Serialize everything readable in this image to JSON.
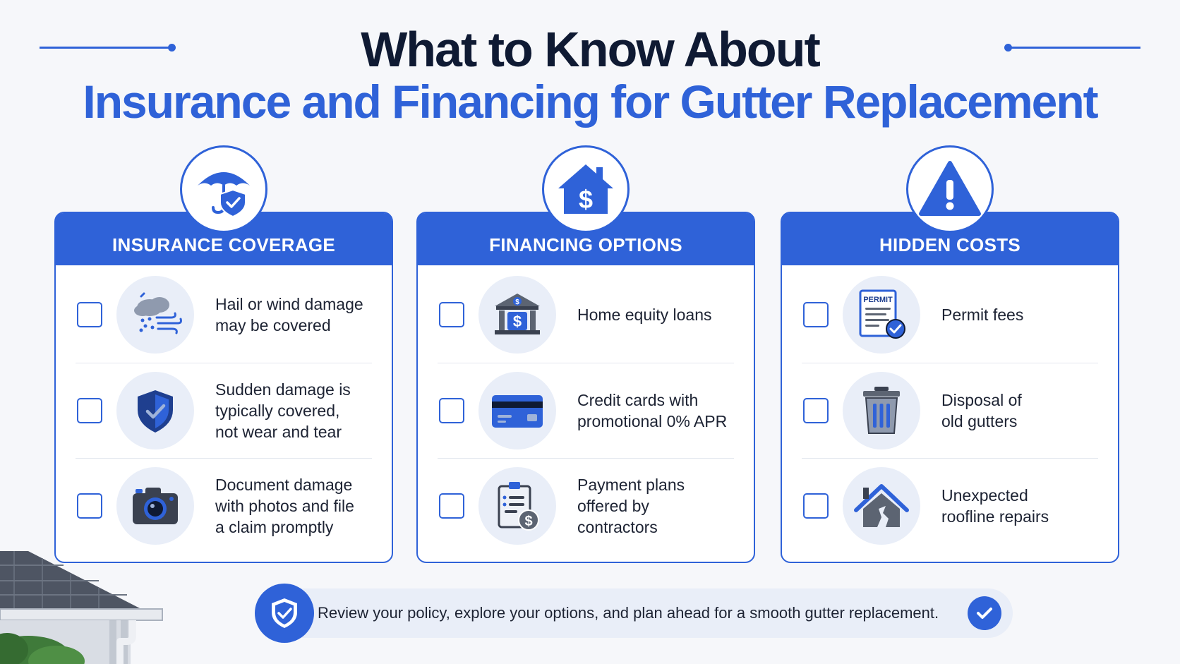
{
  "title": {
    "line1": "What to Know About",
    "line2": "Insurance  and Financing for Gutter Replacement"
  },
  "colors": {
    "accent": "#2f62d8",
    "dark": "#0f1a33",
    "icon_bg": "#e9eef8"
  },
  "sections": [
    {
      "heading": "INSURANCE COVERAGE",
      "badge_icon": "umbrella-shield-icon",
      "items": [
        {
          "icon": "hail-wind-icon",
          "text": "Hail or wind damage\nmay be covered"
        },
        {
          "icon": "shield-check-icon",
          "text": "Sudden damage is\ntypically covered,\nnot wear and tear"
        },
        {
          "icon": "camera-icon",
          "text": "Document damage\nwith photos and file\na claim promptly"
        }
      ]
    },
    {
      "heading": "FINANCING OPTIONS",
      "badge_icon": "house-dollar-icon",
      "items": [
        {
          "icon": "bank-icon",
          "text": "Home equity loans"
        },
        {
          "icon": "credit-card-icon",
          "text": "Credit cards with\npromotional 0% APR"
        },
        {
          "icon": "clipboard-dollar-icon",
          "text": "Payment plans\noffered by\ncontractors"
        }
      ]
    },
    {
      "heading": "HIDDEN COSTS",
      "badge_icon": "warning-icon",
      "items": [
        {
          "icon": "permit-document-icon",
          "text": "Permit fees",
          "icon_label": "PERMIT"
        },
        {
          "icon": "trash-can-icon",
          "text": "Disposal of\nold gutters"
        },
        {
          "icon": "damaged-roof-icon",
          "text": "Unexpected\nroofline repairs"
        }
      ]
    }
  ],
  "banner": {
    "text": "Review your policy, explore your options, and plan ahead for a smooth gutter replacement.",
    "left_icon": "shield-check-icon",
    "right_icon": "check-circle-icon"
  }
}
